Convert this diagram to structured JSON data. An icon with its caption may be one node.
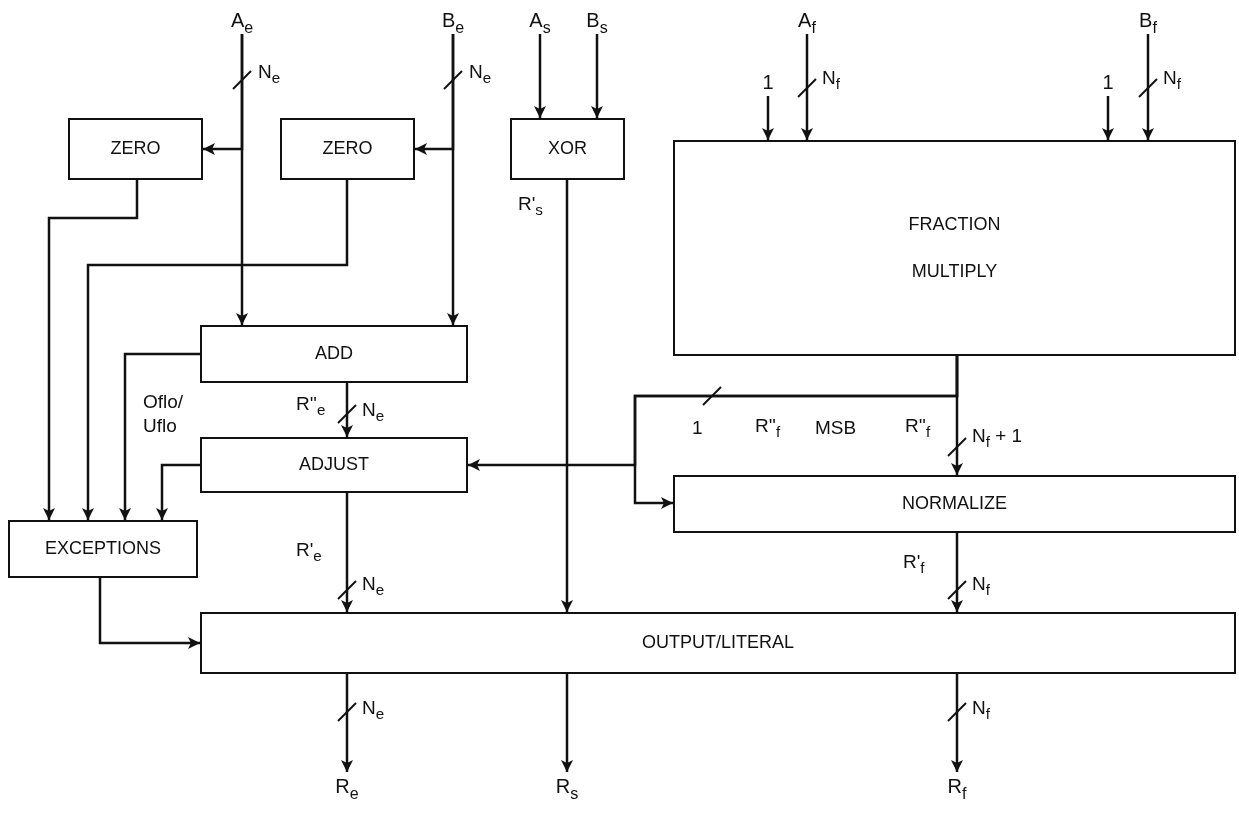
{
  "diagram": {
    "nodes": [
      {
        "text": [
          "A$_{e}$"
        ]
      },
      {
        "text": [
          "B$_{e}$"
        ]
      },
      {
        "text": [
          "A$_{s}$"
        ]
      },
      {
        "text": [
          "B$_{s}$"
        ]
      },
      {
        "text": [
          "1"
        ]
      },
      {
        "text": [
          "A$_{f}$"
        ]
      },
      {
        "text": [
          "1"
        ]
      },
      {
        "text": [
          "B$_{f}$"
        ]
      },
      {
        "text": [
          "ZERO"
        ]
      },
      {
        "text": [
          "ZERO"
        ]
      },
      {
        "text": [
          "XOR"
        ]
      },
      {
        "text": [
          "FRACTION MULTIPLY"
        ]
      },
      {
        "text": [
          "ADD"
        ]
      },
      {
        "text": [
          "ADJUST"
        ]
      },
      {
        "text": [
          "NORMALIZE"
        ]
      },
      {
        "text": [
          "EXCEPTIONS"
        ]
      },
      {
        "text": [
          "OUTPUT/LITERAL"
        ]
      },
      {
        "text": [
          "R$_{e}$"
        ]
      },
      {
        "text": [
          "R$_{s}$"
        ]
      },
      {
        "text": [
          "R$_{f}$"
        ]
      }
    ],
    "edges": [
      {
        "from": 0,
        "to": 12,
        "arrow": "to"
      },
      {
        "from": 0,
        "to": 8,
        "arrow": "to"
      },
      {
        "from": 1,
        "to": 12,
        "arrow": "to"
      },
      {
        "from": 1,
        "to": 9,
        "arrow": "to"
      },
      {
        "from": 2,
        "to": 10,
        "arrow": "to"
      },
      {
        "from": 3,
        "to": 10,
        "arrow": "to"
      },
      {
        "from": 4,
        "to": 11,
        "arrow": "to"
      },
      {
        "from": 5,
        "to": 11,
        "arrow": "to"
      },
      {
        "from": 6,
        "to": 11,
        "arrow": "to"
      },
      {
        "from": 7,
        "to": 11,
        "arrow": "to"
      },
      {
        "from": 8,
        "to": 15,
        "arrow": "to"
      },
      {
        "from": 9,
        "to": 15,
        "arrow": "to"
      },
      {
        "from": 12,
        "to": 15,
        "arrow": "to"
      },
      {
        "from": 12,
        "to": 13,
        "arrow": "to"
      },
      {
        "from": 13,
        "to": 15,
        "arrow": "to"
      },
      {
        "from": 13,
        "to": 16,
        "arrow": "to"
      },
      {
        "from": 10,
        "to": 16,
        "arrow": "to"
      },
      {
        "from": 11,
        "to": 14,
        "arrow": "to"
      },
      {
        "from": 11,
        "to": 13,
        "arrow": "to"
      },
      {
        "from": 11,
        "to": 14,
        "arrow": "to"
      },
      {
        "from": 14,
        "to": 16,
        "arrow": "to"
      },
      {
        "from": 15,
        "to": 16,
        "arrow": "to"
      },
      {
        "from": 16,
        "to": 17,
        "arrow": "to"
      },
      {
        "from": 16,
        "to": 18,
        "arrow": "to"
      },
      {
        "from": 16,
        "to": 19,
        "arrow": "to"
      }
    ],
    "labels": [
      "N$_{e}$",
      "N$_{e}$",
      "N$_{f}$",
      "N$_{f}$",
      "R'$_{s}$",
      "R''$_{e}$",
      "N$_{e}$",
      "Oflo/ Uflo",
      "1",
      "R''$_{f}$",
      "MSB",
      "R''$_{f}$",
      "N$_{f}$ + 1",
      "R'$_{e}$",
      "N$_{e}$",
      "R'$_{f}$",
      "N$_{f}$",
      "N$_{e}$",
      "N$_{f}$"
    ]
  }
}
